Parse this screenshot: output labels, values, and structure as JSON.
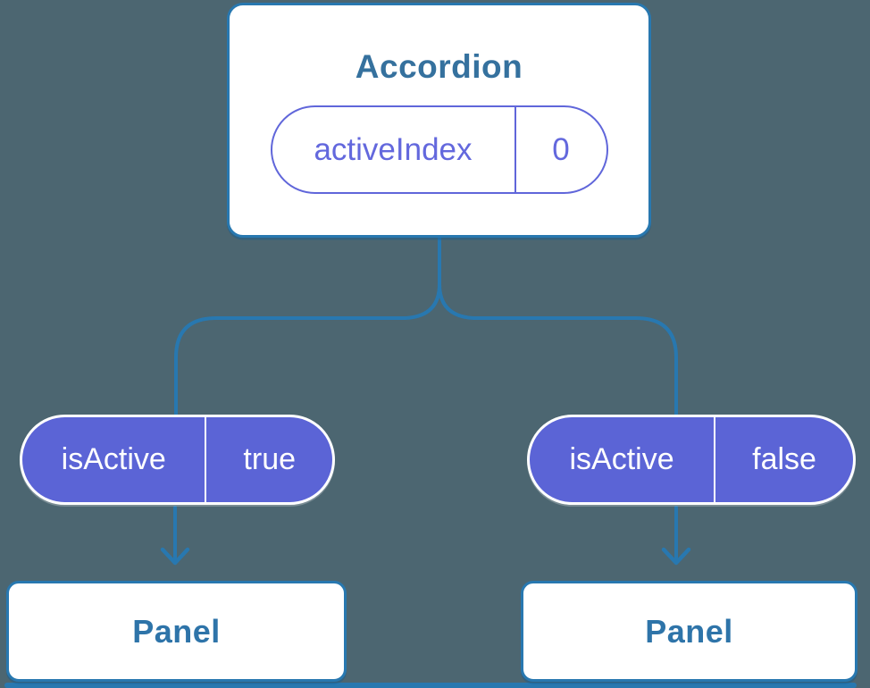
{
  "diagram": {
    "accordion": {
      "title": "Accordion",
      "state": {
        "name": "activeIndex",
        "value": "0"
      }
    },
    "children": [
      {
        "prop": {
          "name": "isActive",
          "value": "true"
        },
        "panel_title": "Panel"
      },
      {
        "prop": {
          "name": "isActive",
          "value": "false"
        },
        "panel_title": "Panel"
      }
    ]
  },
  "colors": {
    "background": "#4C6671",
    "accent_blue": "#2878B0",
    "title_blue": "#35719E",
    "panel_text_blue": "#2E74A9",
    "pill_purple": "#5B64D6",
    "outline_pill_purple": "#6066DA",
    "outline_pill_text": "#6368DD",
    "card_white": "#FFFFFF"
  }
}
